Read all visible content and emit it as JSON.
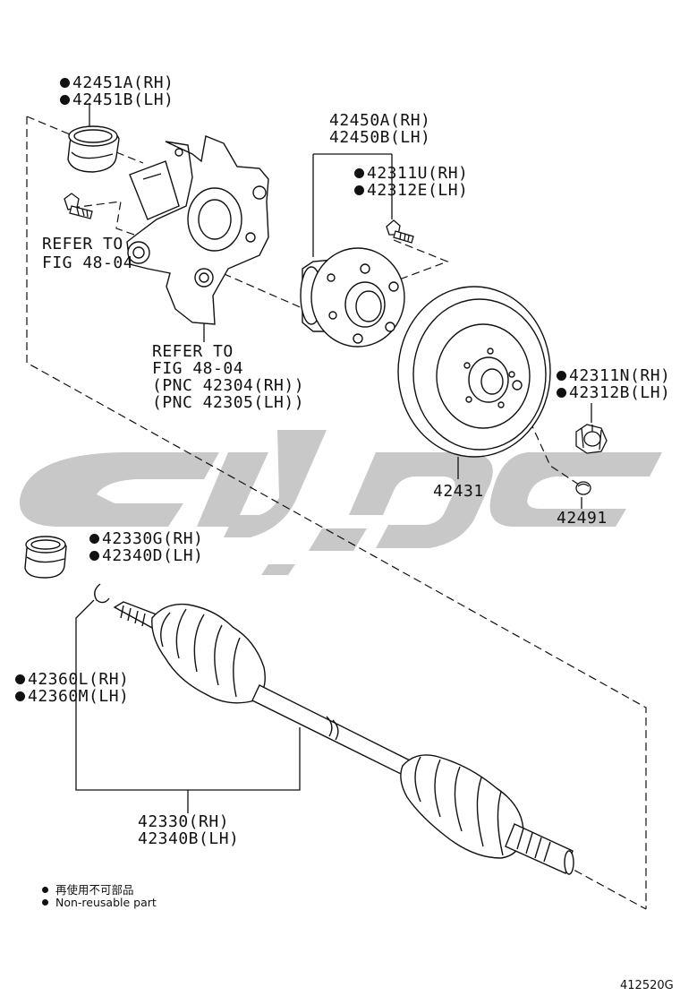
{
  "labels": {
    "bearing_seal_rh": "42451A(RH)",
    "bearing_seal_lh": "42451B(LH)",
    "refer_fig_1_line1": "REFER TO",
    "refer_fig_1_line2": "FIG 48-04",
    "hub_rh": "42450A(RH)",
    "hub_lh": "42450B(LH)",
    "hub_bolt_rh": "42311U(RH)",
    "hub_bolt_lh": "42312E(LH)",
    "refer_fig_2_line1": "REFER TO",
    "refer_fig_2_line2": "FIG 48-04",
    "refer_fig_2_line3": "(PNC 42304(RH))",
    "refer_fig_2_line4": "(PNC 42305(LH))",
    "hub_nut_rh": "42311N(RH)",
    "hub_nut_lh": "42312B(LH)",
    "disc": "42431",
    "cap": "42491",
    "dust_seal_rh": "42330G(RH)",
    "dust_seal_lh": "42340D(LH)",
    "snap_ring_rh": "42360L(RH)",
    "snap_ring_lh": "42360M(LH)",
    "shaft_rh": "42330(RH)",
    "shaft_lh": "42340B(LH)"
  },
  "legend": {
    "chinese": "再使用不可部品",
    "english": "Non-reusable part"
  },
  "figure_id": "412520G",
  "colors": {
    "line": "#111111",
    "watermark": "#c8c8c8",
    "background": "#ffffff"
  }
}
